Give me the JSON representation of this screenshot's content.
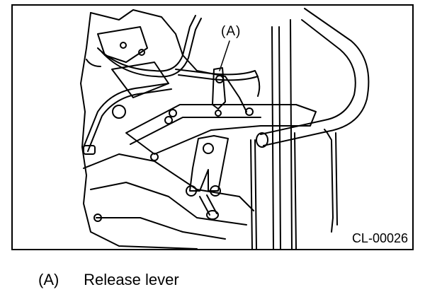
{
  "figure": {
    "callout": "(A)",
    "code": "CL-00026"
  },
  "legend": {
    "key": "(A)",
    "label": "Release lever"
  }
}
